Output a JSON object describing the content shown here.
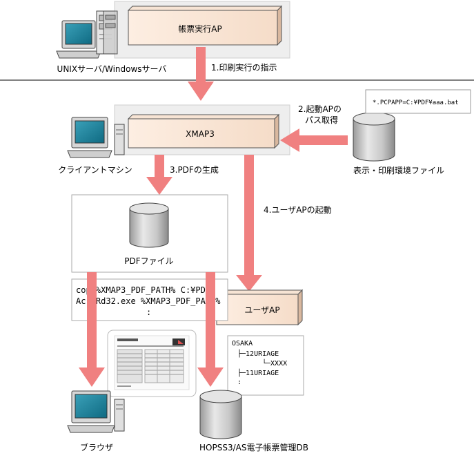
{
  "server": {
    "ap_label": "帳票実行AP",
    "machine_label": "UNIXサーバ/Windowsサーバ"
  },
  "steps": {
    "step1": "1.印刷実行の指示",
    "step2_line1": "2.起動APの",
    "step2_line2": "パス取得",
    "step3": "3.PDFの生成",
    "step4": "4.ユーザAPの起動"
  },
  "client": {
    "xmap3_label": "XMAP3",
    "machine_label": "クライアントマシン"
  },
  "env_file": {
    "label": "表示・印刷環境ファイル",
    "content": "*.PCPAPP=C:¥PDF¥aaa.bat"
  },
  "pdf_file": {
    "label": "PDFファイル"
  },
  "batch": {
    "line1": "copy%XMAP3_PDF_PATH% C:¥PDF",
    "line2": "AcroRd32.exe %XMAP3_PDF_PATH%",
    "line3": ":"
  },
  "user_ap": {
    "label": "ユーザAP"
  },
  "tree": {
    "root": "OSAKA",
    "item1": "├─12URIAGE",
    "item1_child": "└─XXXX",
    "item2": "├─11URIAGE",
    "more": ":"
  },
  "browser": {
    "label": "ブラウザ"
  },
  "db": {
    "label": "HOPSS3/AS電子帳票管理DB"
  },
  "colors": {
    "arrow": "#f08080",
    "box_fill": "#fbe9dc",
    "panel_fill": "#eeeeee"
  }
}
